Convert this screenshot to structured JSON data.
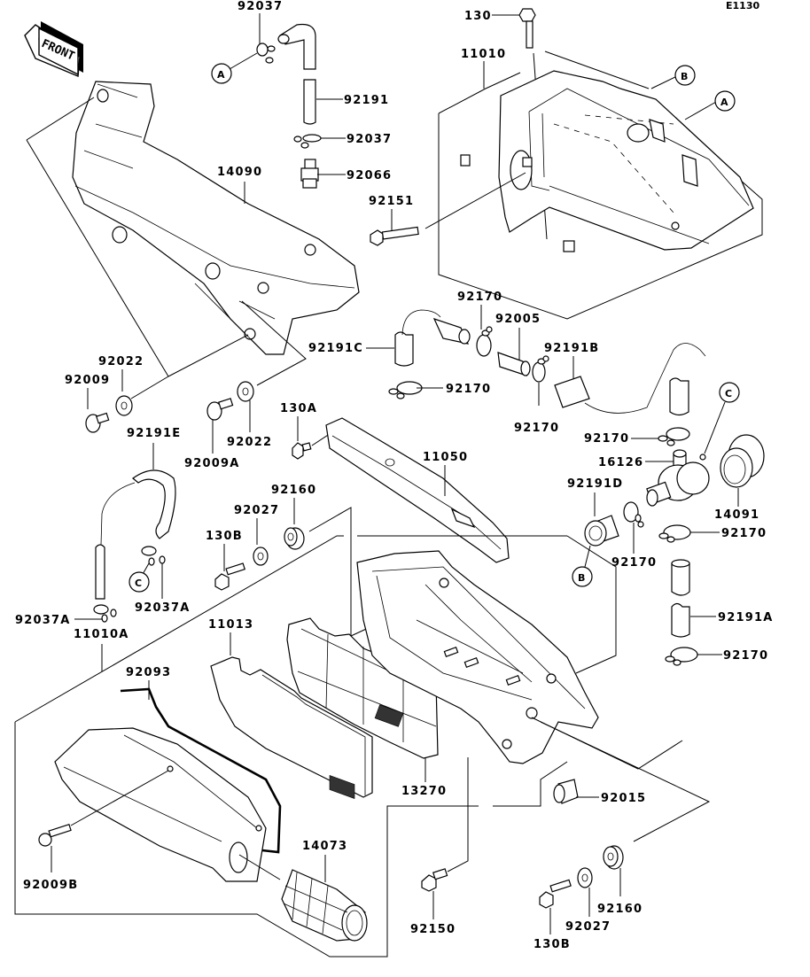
{
  "diagram": {
    "code": "E1130",
    "front_indicator": "FRONT",
    "part_labels": {
      "p92037_top": "92037",
      "p92191": "92191",
      "p92037_mid": "92037",
      "p92066": "92066",
      "p14090": "14090",
      "p92151": "92151",
      "p130": "130",
      "p11010": "11010",
      "p92022_left": "92022",
      "p92009": "92009",
      "p92009A": "92009A",
      "p92022_right": "92022",
      "p130A": "130A",
      "p92191C": "92191C",
      "p92170_a": "92170",
      "p92005": "92005",
      "p92170_b": "92170",
      "p92191B": "92191B",
      "p92170_c": "92170",
      "p92170_d": "92170",
      "p16126": "16126",
      "p14091": "14091",
      "p92191D": "92191D",
      "p92170_e": "92170",
      "p92170_f": "92170",
      "p92191A": "92191A",
      "p92170_g": "92170",
      "p11050": "11050",
      "p92191E": "92191E",
      "p92160_top": "92160",
      "p92027_top": "92027",
      "p130B_top": "130B",
      "p92037A_right": "92037A",
      "p92037A_left": "92037A",
      "p11010A": "11010A",
      "p11013": "11013",
      "p92093": "92093",
      "p13270": "13270",
      "p92015": "92015",
      "p92009B": "92009B",
      "p14073": "14073",
      "p92150": "92150",
      "p130B_bottom": "130B",
      "p92027_bottom": "92027",
      "p92160_bottom": "92160"
    },
    "reference_markers": {
      "A_left": "A",
      "A_right": "A",
      "B_top": "B",
      "B_bottom": "B",
      "C_right": "C",
      "C_left": "C"
    }
  }
}
